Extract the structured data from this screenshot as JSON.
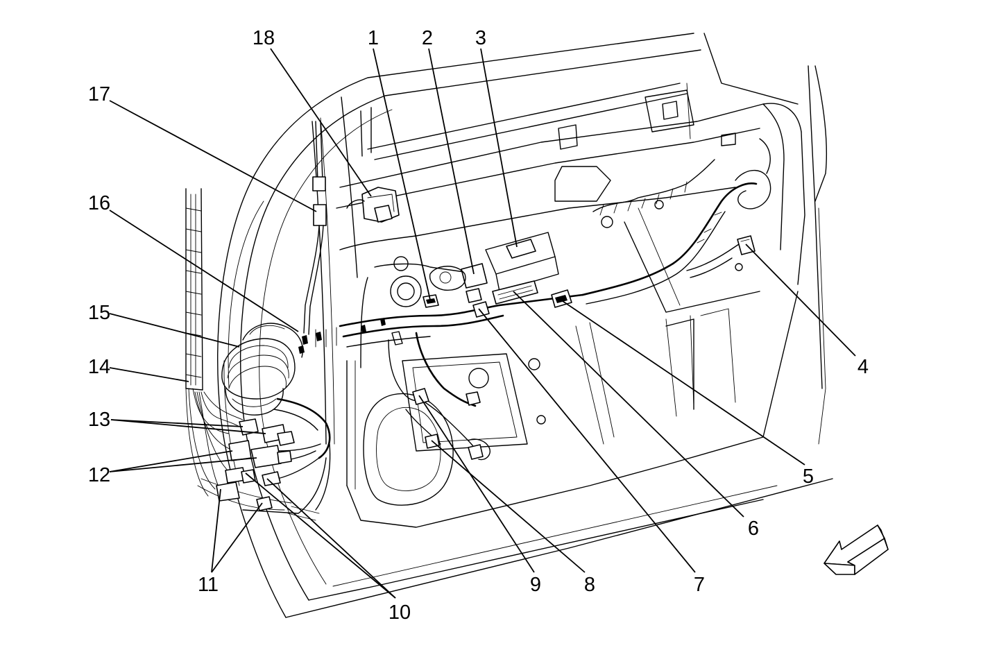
{
  "callouts": [
    {
      "id": "1",
      "label": "1"
    },
    {
      "id": "2",
      "label": "2"
    },
    {
      "id": "3",
      "label": "3"
    },
    {
      "id": "4",
      "label": "4"
    },
    {
      "id": "5",
      "label": "5"
    },
    {
      "id": "6",
      "label": "6"
    },
    {
      "id": "7",
      "label": "7"
    },
    {
      "id": "8",
      "label": "8"
    },
    {
      "id": "9",
      "label": "9"
    },
    {
      "id": "10",
      "label": "10"
    },
    {
      "id": "11",
      "label": "11"
    },
    {
      "id": "12",
      "label": "12"
    },
    {
      "id": "13",
      "label": "13"
    },
    {
      "id": "14",
      "label": "14"
    },
    {
      "id": "15",
      "label": "15"
    },
    {
      "id": "16",
      "label": "16"
    },
    {
      "id": "17",
      "label": "17"
    },
    {
      "id": "18",
      "label": "18"
    }
  ],
  "direction_arrow": "forward-direction-arrow"
}
